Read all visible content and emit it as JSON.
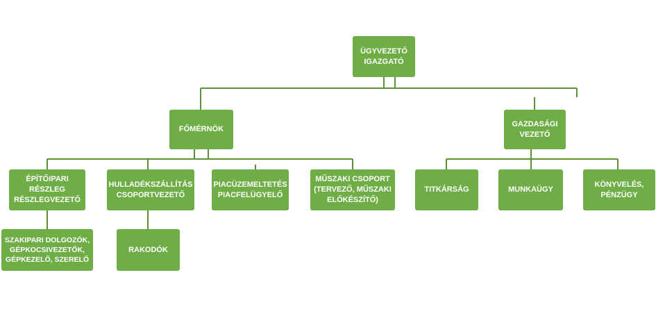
{
  "colors": {
    "box": "#6fad46",
    "line": "#5a9134",
    "text": "#ffffff"
  },
  "org": {
    "ceo": "ÜGYVEZETŐ IGAZGATÓ",
    "chief_engineer": "FŐMÉRNÖK",
    "economic_director": "GAZDASÁGI VEZETŐ",
    "construction_unit": "ÉPÍTŐIPARI RÉSZLEG RÉSZLEGVEZETŐ",
    "construction_workers": "SZAKIPARI DOLGOZÓK, GÉPKOCSIVEZETŐK, GÉPKEZELŐ, SZERELŐ",
    "waste_transport": "HULLADÉKSZÁLLÍTÁS CSOPORTVEZETŐ",
    "loaders": "RAKODÓK",
    "market_operation": "PIACÜZEMELTETÉS PIACFELÜGYELŐ",
    "technical_group": "MŰSZAKI CSOPORT (TERVEZŐ, MŰSZAKI ELŐKÉSZÍTŐ)",
    "secretariat": "TITKÁRSÁG",
    "labour_affairs": "MUNKAÜGY",
    "accounting": "KÖNYVELÉS, PÉNZÜGY"
  }
}
